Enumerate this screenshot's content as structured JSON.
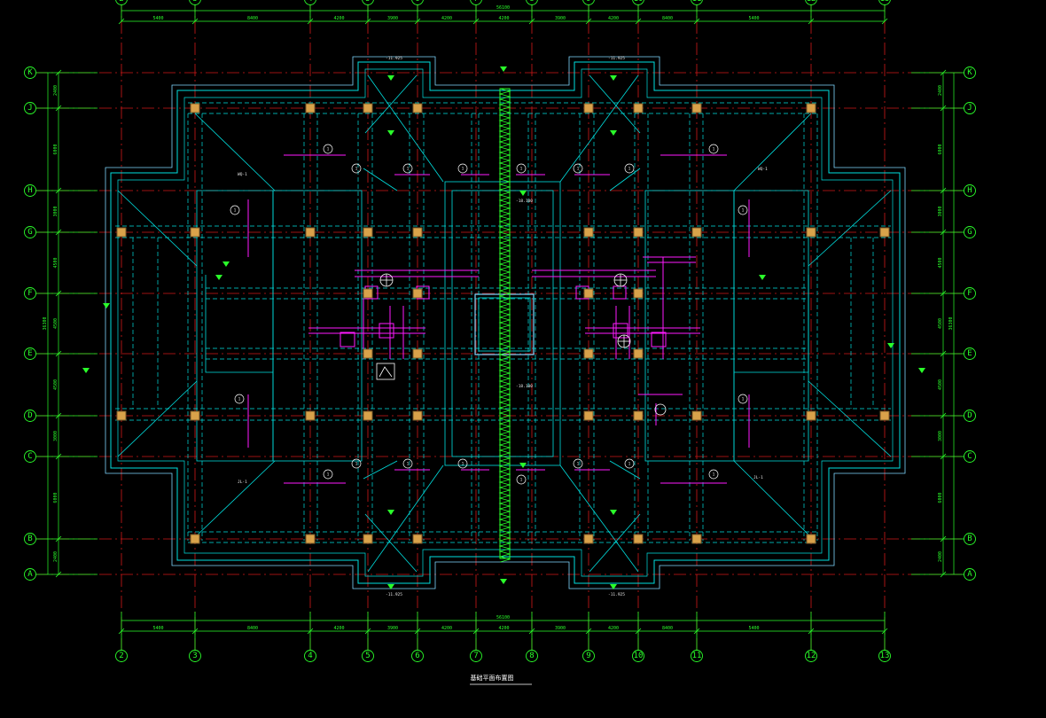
{
  "title": "基础平面布置图",
  "grid": {
    "vertical_labels": [
      "2",
      "3",
      "4",
      "5",
      "6",
      "7",
      "8",
      "9",
      "10",
      "11",
      "12",
      "13"
    ],
    "horizontal_labels": [
      "K",
      "J",
      "H",
      "G",
      "F",
      "E",
      "D",
      "C",
      "B",
      "A"
    ]
  },
  "dimensions": {
    "overall_width": "56100",
    "top_segments": [
      "5400",
      "8400",
      "4200",
      "3900",
      "4200",
      "4200",
      "3900",
      "4200",
      "8400",
      "5400"
    ],
    "bottom_segments": [
      "5400",
      "8400",
      "4200",
      "3900",
      "4200",
      "4200",
      "3900",
      "4200",
      "8400",
      "5400"
    ],
    "side_segments": [
      "2400",
      "6000",
      "3000",
      "4500",
      "4500",
      "4500",
      "3000",
      "6000",
      "2400"
    ],
    "overall_height": "36300"
  },
  "annotations": {
    "elevation_tag": "-11.925",
    "pit_tag": "-18.100",
    "wall_tag": "WQ-1",
    "beam_tag": "JL-1",
    "section_mark": "1"
  },
  "colors": {
    "background": "#000000",
    "grid_axis": "#d01818",
    "bubble": "#2aff2a",
    "dimension": "#2aff2a",
    "wall_outline": "#00e0e0",
    "magenta": "#ff1aff",
    "column_fill": "#d9a24a",
    "column_stroke": "#7a5a2a",
    "expansion_joint": "#2aff2a"
  }
}
